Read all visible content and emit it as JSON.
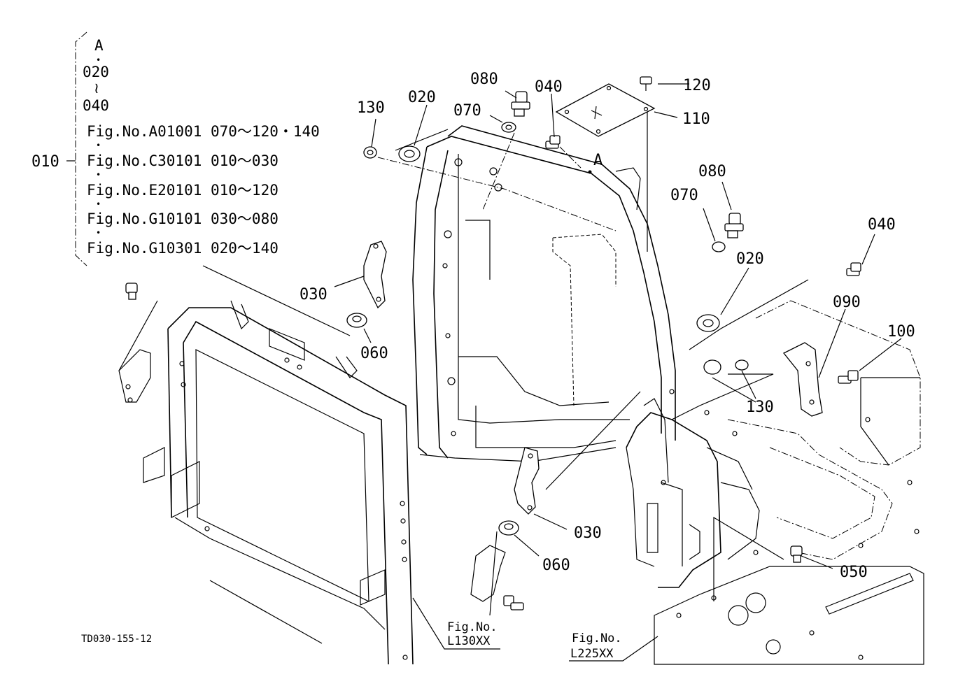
{
  "diagram": {
    "drawing_code": "TD030-155-12",
    "group_label": "010",
    "group_lines": {
      "a": "A",
      "dot": "•",
      "range_start": "020",
      "tilde": "≀",
      "range_end": "040",
      "refs": [
        "Fig.No.A01001  070～120・140",
        "Fig.No.C30101  010～030",
        "Fig.No.E20101  010～120",
        "Fig.No.G10101  030～080",
        "Fig.No.G10301  020～140"
      ]
    },
    "view_marker": "A",
    "callouts": {
      "p080_top": "080",
      "p040_top": "040",
      "p120": "120",
      "p070_top": "070",
      "p110": "110",
      "p130_top": "130",
      "p020_top": "020",
      "p080_right": "080",
      "p070_right": "070",
      "p040_right": "040",
      "p020_right": "020",
      "p090": "090",
      "p100": "100",
      "p030_left": "030",
      "p060_left": "060",
      "p130_right": "130",
      "p030_bottom": "030",
      "p060_bottom": "060",
      "p050": "050"
    },
    "fig_refs": {
      "left_1": "Fig.No.",
      "left_2": "L130XX",
      "right_1": "Fig.No.",
      "right_2": "L225XX"
    }
  }
}
